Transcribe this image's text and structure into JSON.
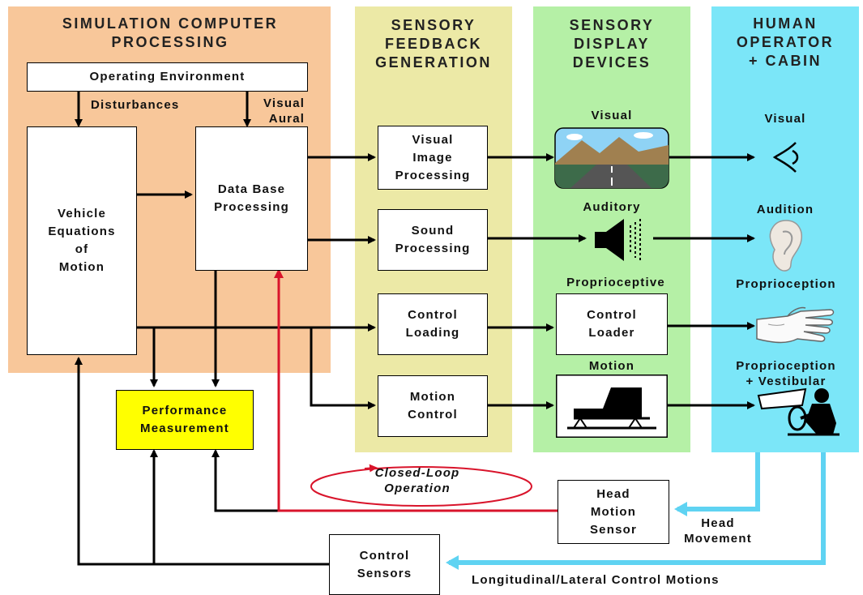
{
  "colors": {
    "simulation_bg": "#f8c79a",
    "feedback_bg": "#ece9a6",
    "display_bg": "#b5f0a6",
    "human_bg": "#7be6f8",
    "performance_bg": "#ffff00",
    "loop_red": "#d9142b",
    "head_blue": "#5fd3f2"
  },
  "regions": {
    "simulation": "SIMULATION COMPUTER\nPROCESSING",
    "feedback": "SENSORY\nFEEDBACK\nGENERATION",
    "display": "SENSORY\nDISPLAY\nDEVICES",
    "human": "HUMAN\nOPERATOR\n+ CABIN"
  },
  "boxes": {
    "operating_environment": "Operating Environment",
    "vehicle_equations": "Vehicle\nEquations\nof\nMotion",
    "data_base": "Data Base\nProcessing",
    "performance": "Performance\nMeasurement",
    "visual_image": "Visual\nImage\nProcessing",
    "sound": "Sound\nProcessing",
    "control_loading": "Control\nLoading",
    "motion_control": "Motion\nControl",
    "control_loader": "Control\nLoader",
    "head_motion_sensor": "Head\nMotion\nSensor",
    "control_sensors": "Control\nSensors"
  },
  "labels": {
    "disturbances": "Disturbances",
    "visual_aural": "Visual\nAural",
    "display_visual": "Visual",
    "display_auditory": "Auditory",
    "display_proprioceptive": "Proprioceptive",
    "display_motion": "Motion",
    "human_visual": "Visual",
    "human_audition": "Audition",
    "human_proprioception": "Proprioception",
    "human_prop_vestibular": "Proprioception\n+ Vestibular",
    "closed_loop": "Closed-Loop\nOperation",
    "head_movement": "Head\nMovement",
    "long_lat": "Longitudinal/Lateral Control Motions"
  },
  "icons": [
    "road-scene-icon",
    "speaker-icon",
    "eye-icon",
    "ear-icon",
    "hand-icon",
    "motion-platform-icon",
    "driver-icon"
  ]
}
